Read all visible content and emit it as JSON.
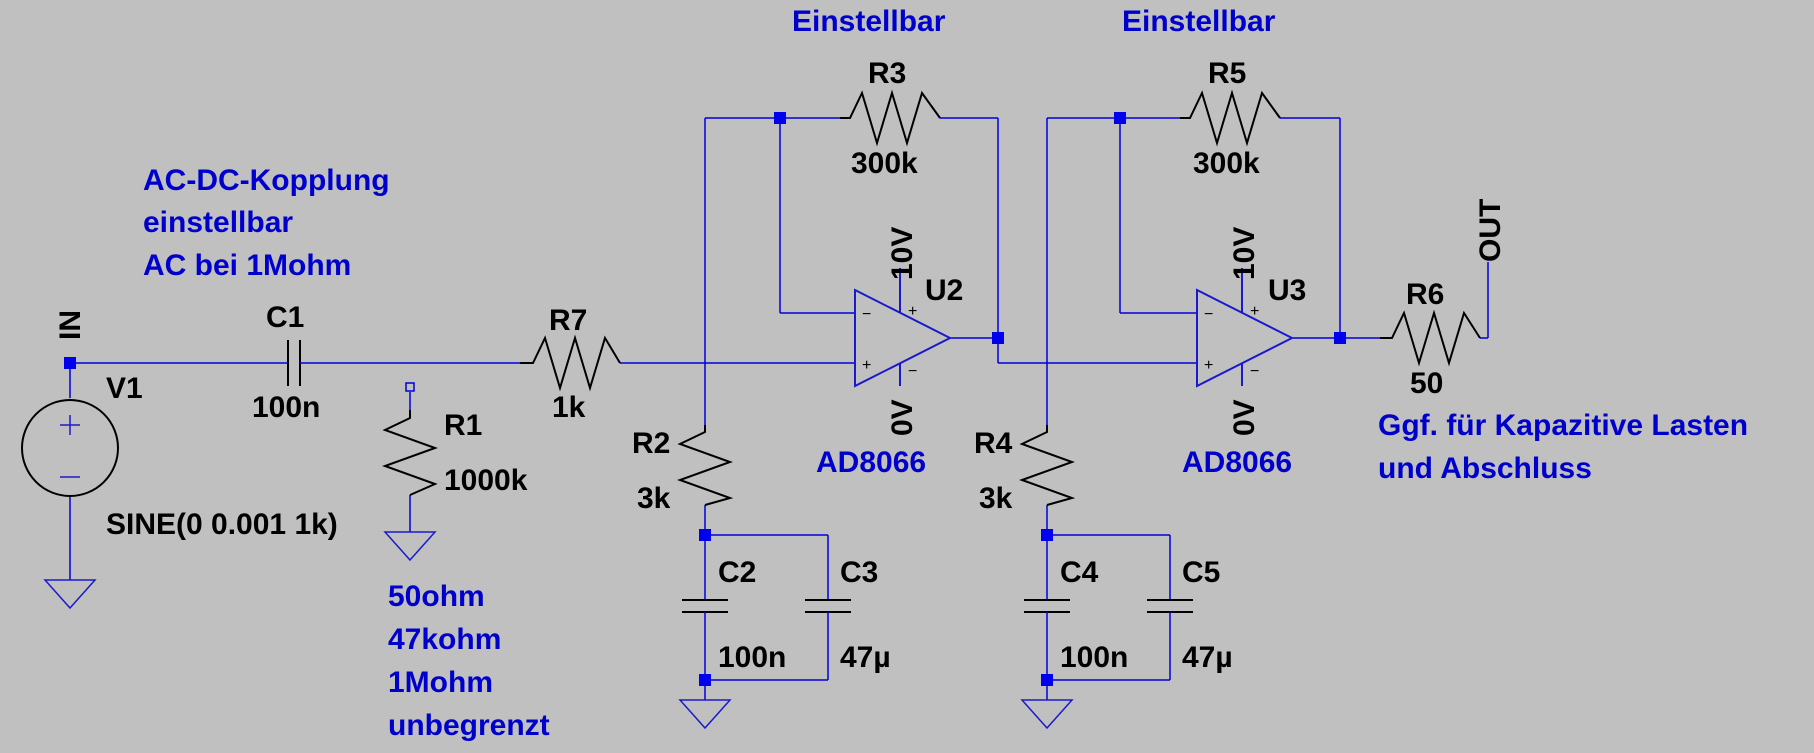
{
  "net_labels": {
    "in": "IN",
    "out": "OUT"
  },
  "source": {
    "name": "V1",
    "value": "SINE(0 0.001 1k)"
  },
  "coupling_note": [
    "AC-DC-Kopplung",
    "einstellbar",
    "AC bei 1Mohm"
  ],
  "termination_note": [
    "50ohm",
    "47kohm",
    "1Mohm",
    "unbegrenzt"
  ],
  "output_note": [
    "Ggf. für Kapazitive Lasten",
    "und Abschluss"
  ],
  "adjustable_label": "Einstellbar",
  "components": {
    "C1": {
      "name": "C1",
      "value": "100n"
    },
    "R1": {
      "name": "R1",
      "value": "1000k"
    },
    "R7": {
      "name": "R7",
      "value": "1k"
    },
    "R2": {
      "name": "R2",
      "value": "3k"
    },
    "R3": {
      "name": "R3",
      "value": "300k"
    },
    "C2": {
      "name": "C2",
      "value": "100n"
    },
    "C3": {
      "name": "C3",
      "value": "47µ"
    },
    "U2": {
      "name": "U2",
      "model": "AD8066",
      "vpos": "10V",
      "vneg": "0V"
    },
    "R4": {
      "name": "R4",
      "value": "3k"
    },
    "R5": {
      "name": "R5",
      "value": "300k"
    },
    "C4": {
      "name": "C4",
      "value": "100n"
    },
    "C5": {
      "name": "C5",
      "value": "47µ"
    },
    "U3": {
      "name": "U3",
      "model": "AD8066",
      "vpos": "10V",
      "vneg": "0V"
    },
    "R6": {
      "name": "R6",
      "value": "50"
    }
  },
  "pin_signs": {
    "plus": "+",
    "minus": "−"
  },
  "colors": {
    "background": "#c0c0c0",
    "wire": "#0000dd",
    "note_text": "#0000cc",
    "component": "#000000"
  }
}
